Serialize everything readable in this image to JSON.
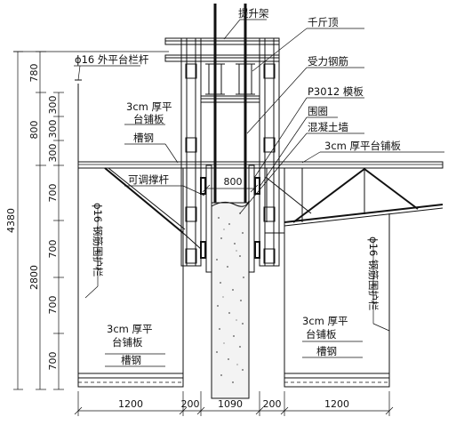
{
  "labels": {
    "lifting_frame": "提升架",
    "jack": "千斤顶",
    "rail": "ϕ16 外平台栏杆",
    "rebar": "受力钢筋",
    "formwork": "P3012 模板",
    "enclosure": "围圈",
    "concrete_wall": "混凝土墙",
    "board_right_top": "3cm 厚平台铺板",
    "board_left_top_1": "3cm 厚平",
    "board_left_top_2": "台铺板",
    "channel_left_top": "槽钢",
    "strut": "可调撑杆",
    "guard_left": "ϕ16 钢筋围护栏",
    "guard_right": "ϕ16 钢筋围护栏",
    "board_left_bot_1": "3cm 厚平",
    "board_left_bot_2": "台铺板",
    "channel_left_bot": "槽钢",
    "board_right_bot_1": "3cm 厚平",
    "board_right_bot_2": "台铺板",
    "channel_right_bot": "槽钢"
  },
  "dimensions": {
    "total_height": "4380",
    "upper_780": "780",
    "mid_800": "800",
    "stack_300_a": "300",
    "stack_300_b": "300",
    "stack_300_c": "300",
    "lower_2800": "2800",
    "seg_700_a": "700",
    "seg_700_b": "700",
    "seg_700_c": "700",
    "seg_700_d": "700",
    "wall_gap": "800",
    "bottom_1200_left": "1200",
    "bottom_200_left": "200",
    "bottom_1090": "1090",
    "bottom_200_right": "200",
    "bottom_1200_right": "1200"
  }
}
